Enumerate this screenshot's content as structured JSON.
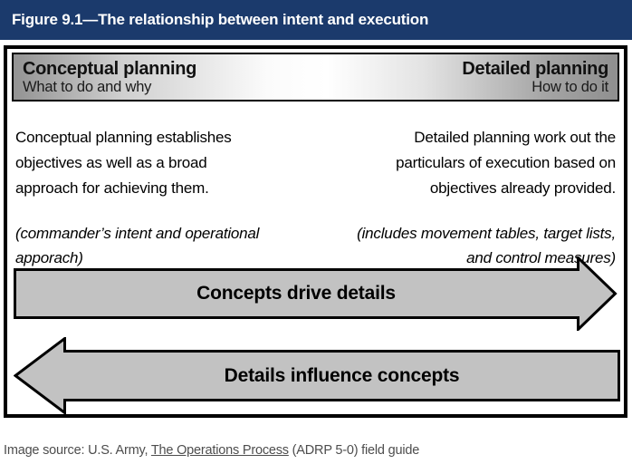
{
  "title_bar": {
    "text": "Figure 9.1—The relationship between intent and execution"
  },
  "spectrum_bar": {
    "left": {
      "heading": "Conceptual planning",
      "subtitle": "What to do and why"
    },
    "right": {
      "heading": "Detailed planning",
      "subtitle": "How to do it"
    }
  },
  "columns": {
    "conceptual": {
      "body": "Conceptual planning establishes objectives as well as a broad approach for achieving them.",
      "note": "(commander’s intent and operational apporach)"
    },
    "detailed": {
      "body": "Detailed planning work out the particulars of execution based on objectives already provided.",
      "note": "(includes movement tables, target lists, and control measures)"
    }
  },
  "arrows": {
    "forward": {
      "label": "Concepts drive details",
      "direction": "right"
    },
    "backward": {
      "label": "Details influence concepts",
      "direction": "left"
    }
  },
  "caption": {
    "prefix": "Image source: U.S. Army, ",
    "link_text": "The Operations Process",
    "suffix": " (ADRP 5-0) field guide"
  },
  "colors": {
    "title_bar_bg": "#1b3a6c",
    "title_text": "#ffffff",
    "frame_border": "#000000",
    "arrow_fill": "#c2c2c2",
    "arrow_stroke": "#000000",
    "caption_text": "#4d4d4d"
  }
}
